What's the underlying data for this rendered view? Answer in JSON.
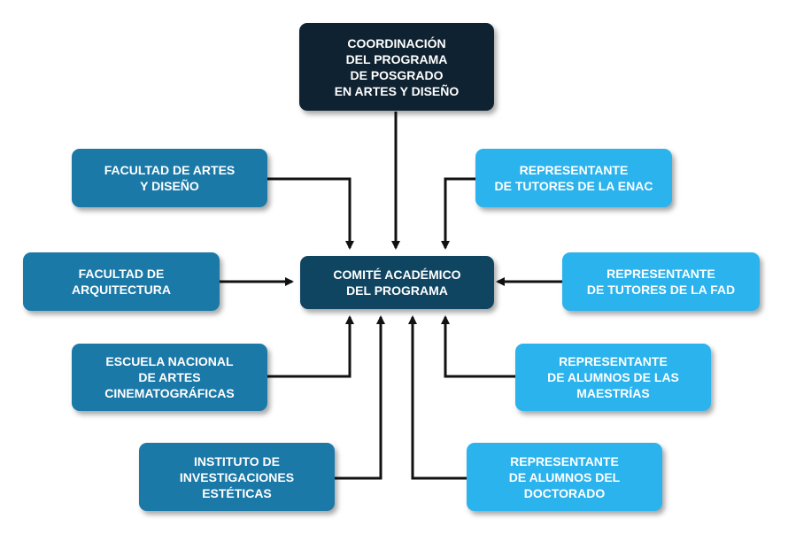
{
  "nodes": {
    "coordinacion": "COORDINACIÓN\nDEL PROGRAMA\nDE POSGRADO\nEN ARTES Y DISEÑO",
    "comite": "COMITÉ ACADÉMICO\nDEL PROGRAMA",
    "facultad_artes": "FACULTAD DE ARTES\nY DISEÑO",
    "facultad_arquitectura": "FACULTAD DE\nARQUITECTURA",
    "escuela_cine": "ESCUELA NACIONAL\nDE ARTES\nCINEMATOGRÁFICAS",
    "instituto_esteticas": "INSTITUTO DE\nINVESTIGACIONES\nESTÉTICAS",
    "rep_tutores_enac": "REPRESENTANTE\nDE TUTORES DE LA ENAC",
    "rep_tutores_fad": "REPRESENTANTE\nDE TUTORES DE LA FAD",
    "rep_alumnos_maestrias": "REPRESENTANTE\nDE ALUMNOS DE LAS\nMAESTRÍAS",
    "rep_alumnos_doctorado": "REPRESENTANTE\nDE ALUMNOS DEL\nDOCTORADO"
  },
  "colors": {
    "top_node": "#0f2231",
    "center_node": "#0f4560",
    "institution_nodes": "#1b79a8",
    "representative_nodes": "#2bb3ee",
    "connector": "#111111"
  }
}
